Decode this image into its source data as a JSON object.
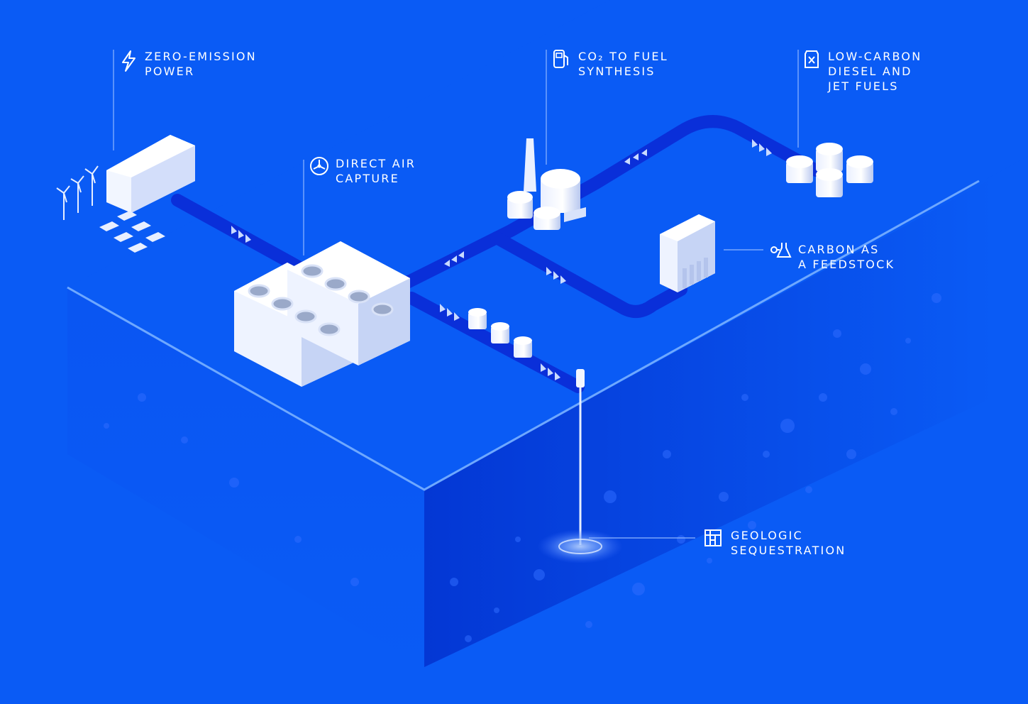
{
  "colors": {
    "background": "#0a5bf5",
    "ground_top": "#0a5bf5",
    "ground_edge_line": "#6ea8ff",
    "ground_front_left": "#0646e6",
    "ground_front_right": "#0538d6",
    "pipeline": "#0a2fd9",
    "building_light": "#f2f6ff",
    "building_shade": "#c6d4f5",
    "label_text": "#ffffff"
  },
  "labels": {
    "power": {
      "line1": "ZERO-EMISSION",
      "line2": "POWER",
      "icon": "lightning-bolt-icon"
    },
    "capture": {
      "line1": "DIRECT AIR",
      "line2": "CAPTURE",
      "icon": "fan-icon"
    },
    "synthesis": {
      "line1": "CO₂ TO FUEL",
      "line2": "SYNTHESIS",
      "icon": "fuel-pump-icon"
    },
    "fuels": {
      "line1": "LOW-CARBON",
      "line2": "DIESEL AND",
      "line3": "JET FUELS",
      "icon": "fuel-can-icon"
    },
    "feedstock": {
      "line1": "CARBON AS",
      "line2": "A FEEDSTOCK",
      "icon": "flask-icon"
    },
    "sequestration": {
      "line1": "GEOLOGIC",
      "line2": "SEQUESTRATION",
      "icon": "geology-layers-icon"
    }
  }
}
